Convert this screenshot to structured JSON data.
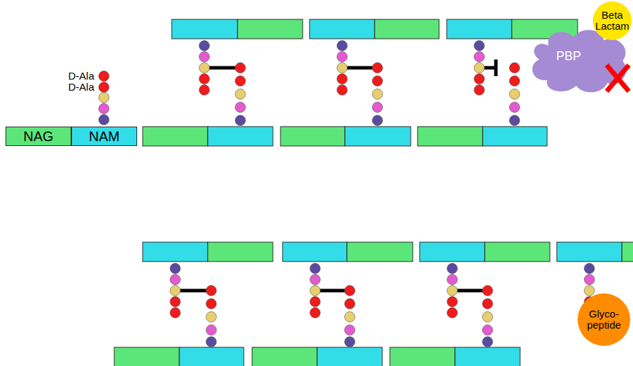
{
  "diagram": {
    "nodes": [
      {
        "text": [
          "Beta Lactam"
        ]
      },
      {
        "text": [
          "PBP"
        ]
      },
      {
        "text": [
          "NAG"
        ]
      },
      {
        "text": [
          "NAM"
        ]
      },
      {
        "text": [
          "Glyco- peptide"
        ]
      }
    ],
    "labels": [
      "D-Ala",
      "D-Ala"
    ]
  }
}
